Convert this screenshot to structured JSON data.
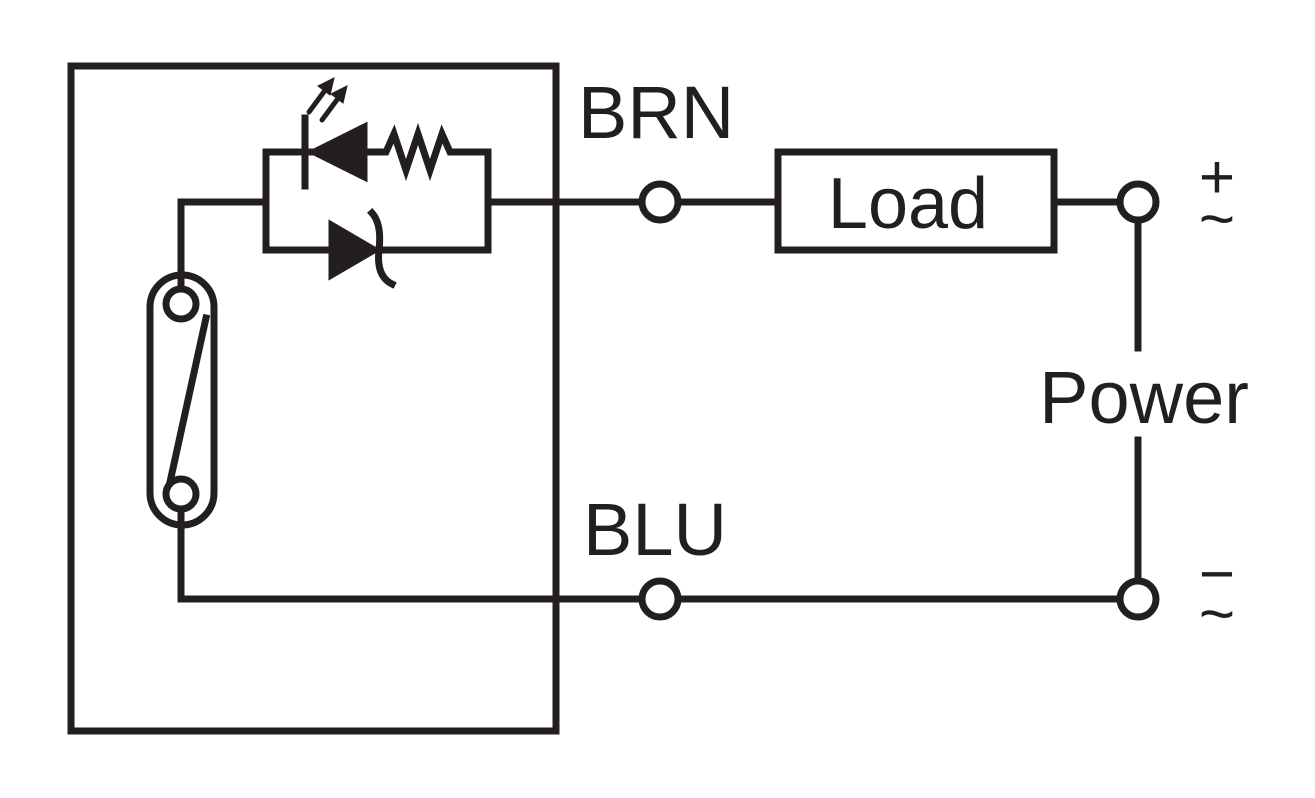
{
  "labels": {
    "brn": "BRN",
    "blu": "BLU",
    "load": "Load",
    "power": "Power",
    "plus": "+",
    "minus": "−",
    "ac_tilde": "~"
  },
  "colors": {
    "ink": "#231f20",
    "background": "#ffffff"
  }
}
